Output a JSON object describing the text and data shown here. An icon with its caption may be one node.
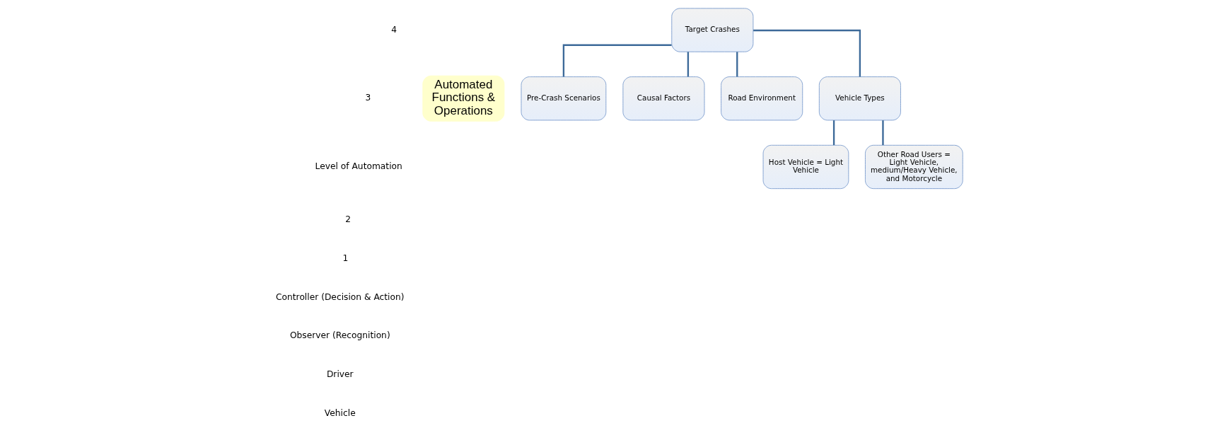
{
  "diagram": {
    "nodes": [
      {
        "text": [
          "Automated Functions & Operations"
        ]
      },
      {
        "text": [
          "Target Crashes"
        ]
      },
      {
        "text": [
          "Pre-Crash Scenarios"
        ]
      },
      {
        "text": [
          "Causal Factors"
        ]
      },
      {
        "text": [
          "Road Environment"
        ]
      },
      {
        "text": [
          "Vehicle Types"
        ]
      },
      {
        "text": [
          "Host Vehicle = Light Vehicle"
        ]
      },
      {
        "text": [
          "Other Road Users = Light Vehicle, medium/Heavy Vehicle, and Motorcycle"
        ]
      }
    ],
    "edges": [
      {
        "from": 1,
        "to": 2,
        "arrow": "none"
      },
      {
        "from": 1,
        "to": 3,
        "arrow": "none"
      },
      {
        "from": 1,
        "to": 4,
        "arrow": "none"
      },
      {
        "from": 1,
        "to": 5,
        "arrow": "none"
      },
      {
        "from": 5,
        "to": 6,
        "arrow": "none"
      },
      {
        "from": 5,
        "to": 7,
        "arrow": "none"
      }
    ],
    "labels": [
      "4",
      "3",
      "Level of Automation",
      "2",
      "1",
      "Controller (Decision & Action)",
      "Observer (Recognition)",
      "Driver",
      "Vehicle"
    ]
  }
}
